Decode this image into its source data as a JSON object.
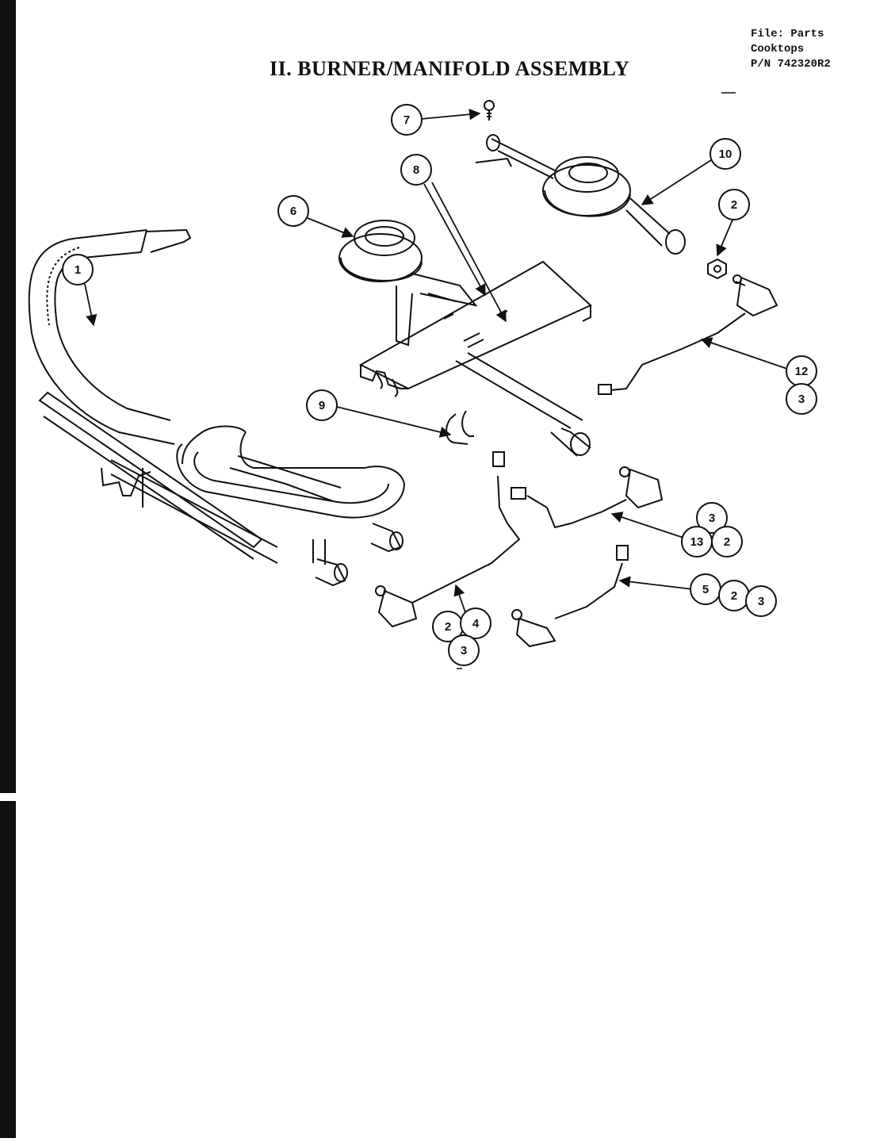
{
  "title": "II. BURNER/MANIFOLD ASSEMBLY",
  "file_info": {
    "line1": "File: Parts",
    "line2": "Cooktops",
    "line3": "P/N 742320R2"
  },
  "callouts": [
    "1",
    "2",
    "3",
    "4",
    "5",
    "6",
    "7",
    "8",
    "9",
    "10",
    "12",
    "13"
  ]
}
